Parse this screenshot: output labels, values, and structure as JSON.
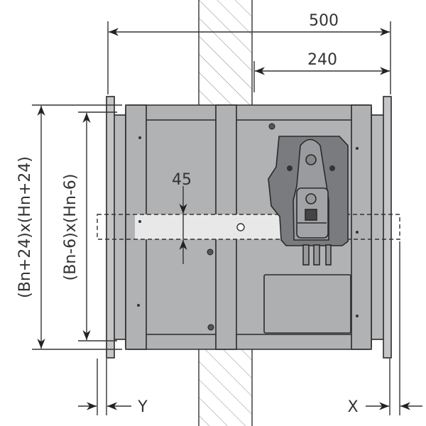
{
  "dimensions": {
    "overall_length": "500",
    "actuator_offset": "240",
    "band_height": "45",
    "outer_size": "(Bn+24)x(Hn+24)",
    "inner_size": "(Bn-6)x(Hn-6)",
    "left_gap": "Y",
    "right_gap": "X"
  },
  "colors": {
    "housing": "#b1b2b4",
    "actuator": "#7a7b7e",
    "band": "#e8e8e9",
    "line": "#2a2a2a"
  }
}
